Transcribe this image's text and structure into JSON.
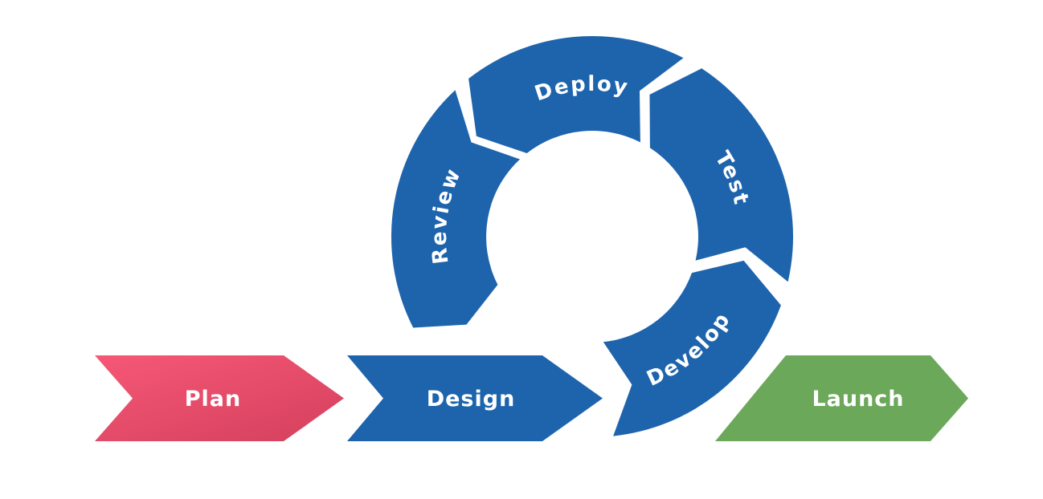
{
  "diagram": {
    "type": "process-flow-cycle",
    "cycle_segments": [
      {
        "id": "develop",
        "label": "Develop"
      },
      {
        "id": "test",
        "label": "Test"
      },
      {
        "id": "deploy",
        "label": "Deploy"
      },
      {
        "id": "review",
        "label": "Review"
      }
    ],
    "flow_arrows": [
      {
        "id": "plan",
        "label": "Plan",
        "color": "pink"
      },
      {
        "id": "design",
        "label": "Design",
        "color": "blue"
      },
      {
        "id": "launch",
        "label": "Launch",
        "color": "green"
      }
    ],
    "colors": {
      "blue": "#1e64ad",
      "pink_top": "#f65876",
      "pink_bottom": "#d6425f",
      "green": "#6ba85a",
      "label_text": "#ffffff",
      "background": "#ffffff"
    }
  }
}
